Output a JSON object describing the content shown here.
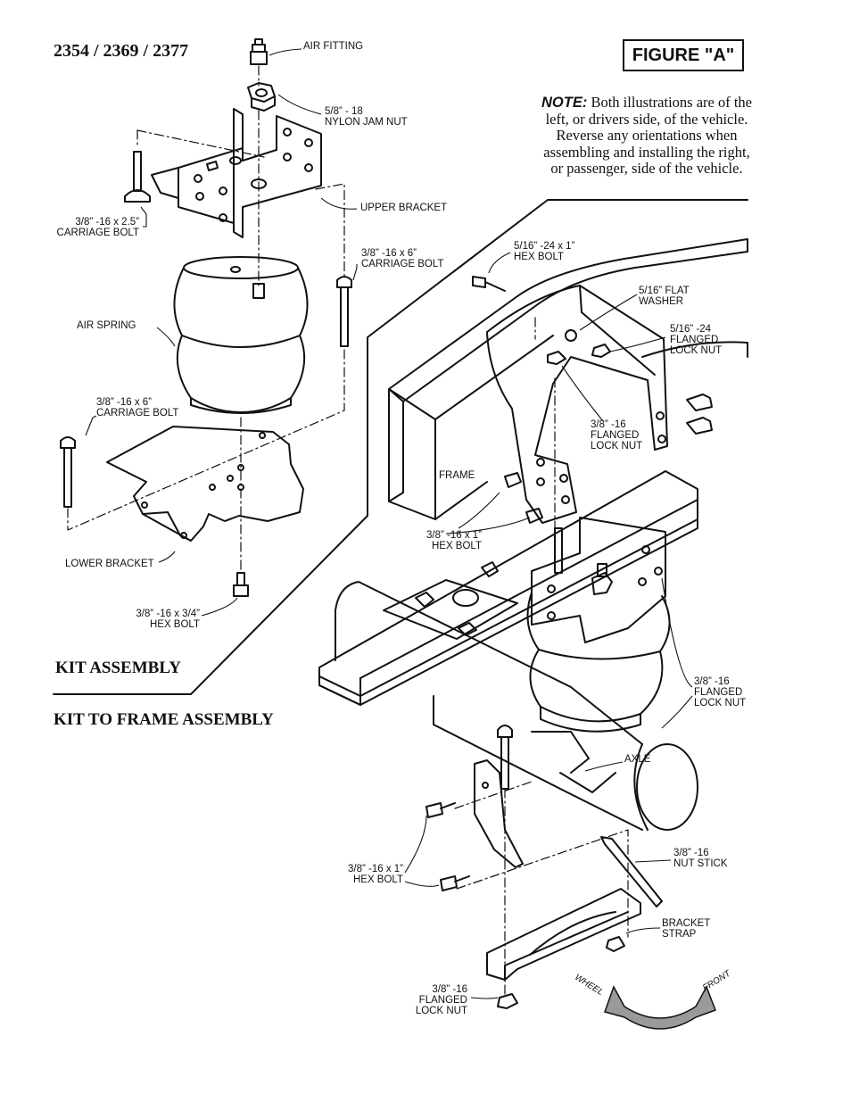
{
  "header": {
    "model_numbers": "2354 / 2369 / 2377",
    "figure_label": "FIGURE \"A\""
  },
  "note": {
    "lead": "NOTE:",
    "text": "Both illustrations are of the left, or drivers side, of the vehicle.  Reverse any orientations when assembling and installing the right, or passenger, side of the vehicle."
  },
  "sections": {
    "kit_assembly": "KIT ASSEMBLY",
    "kit_to_frame": "KIT TO FRAME ASSEMBLY"
  },
  "kit_labels": {
    "air_fitting": "AIR FITTING",
    "jam_nut": "5/8” - 18\nNYLON JAM NUT",
    "upper_bracket": "UPPER BRACKET",
    "carriage_bolt_25": "3/8” -16 x 2.5”\nCARRIAGE BOLT",
    "carriage_bolt_6_right": "3/8” -16 x 6”\nCARRIAGE BOLT",
    "air_spring": "AIR SPRING",
    "carriage_bolt_6_left": "3/8” -16 x 6”\nCARRIAGE BOLT",
    "lower_bracket": "LOWER BRACKET",
    "hex_bolt_34": "3/8” -16 x 3/4”\nHEX BOLT"
  },
  "frame_labels": {
    "hex_bolt_516": "5/16” -24 x 1”\nHEX BOLT",
    "flat_washer": "5/16” FLAT\nWASHER",
    "flanged_lock_nut_516": "5/16” -24\nFLANGED\nLOCK NUT",
    "flanged_lock_nut_a": "3/8” -16\nFLANGED\nLOCK NUT",
    "frame": "FRAME",
    "hex_bolt_1_top": "3/8” -16 x 1”\nHEX BOLT",
    "flanged_lock_nut_b": "3/8” -16\nFLANGED\nLOCK NUT",
    "axle": "AXLE",
    "hex_bolt_1_bottom": "3/8” -16 x 1”\nHEX BOLT",
    "nut_stick": "3/8” -16\nNUT STICK",
    "bracket_strap": "BRACKET\nSTRAP",
    "flanged_lock_nut_c": "3/8” -16\nFLANGED\nLOCK NUT",
    "wheel": "WHEEL",
    "front": "FRONT"
  }
}
